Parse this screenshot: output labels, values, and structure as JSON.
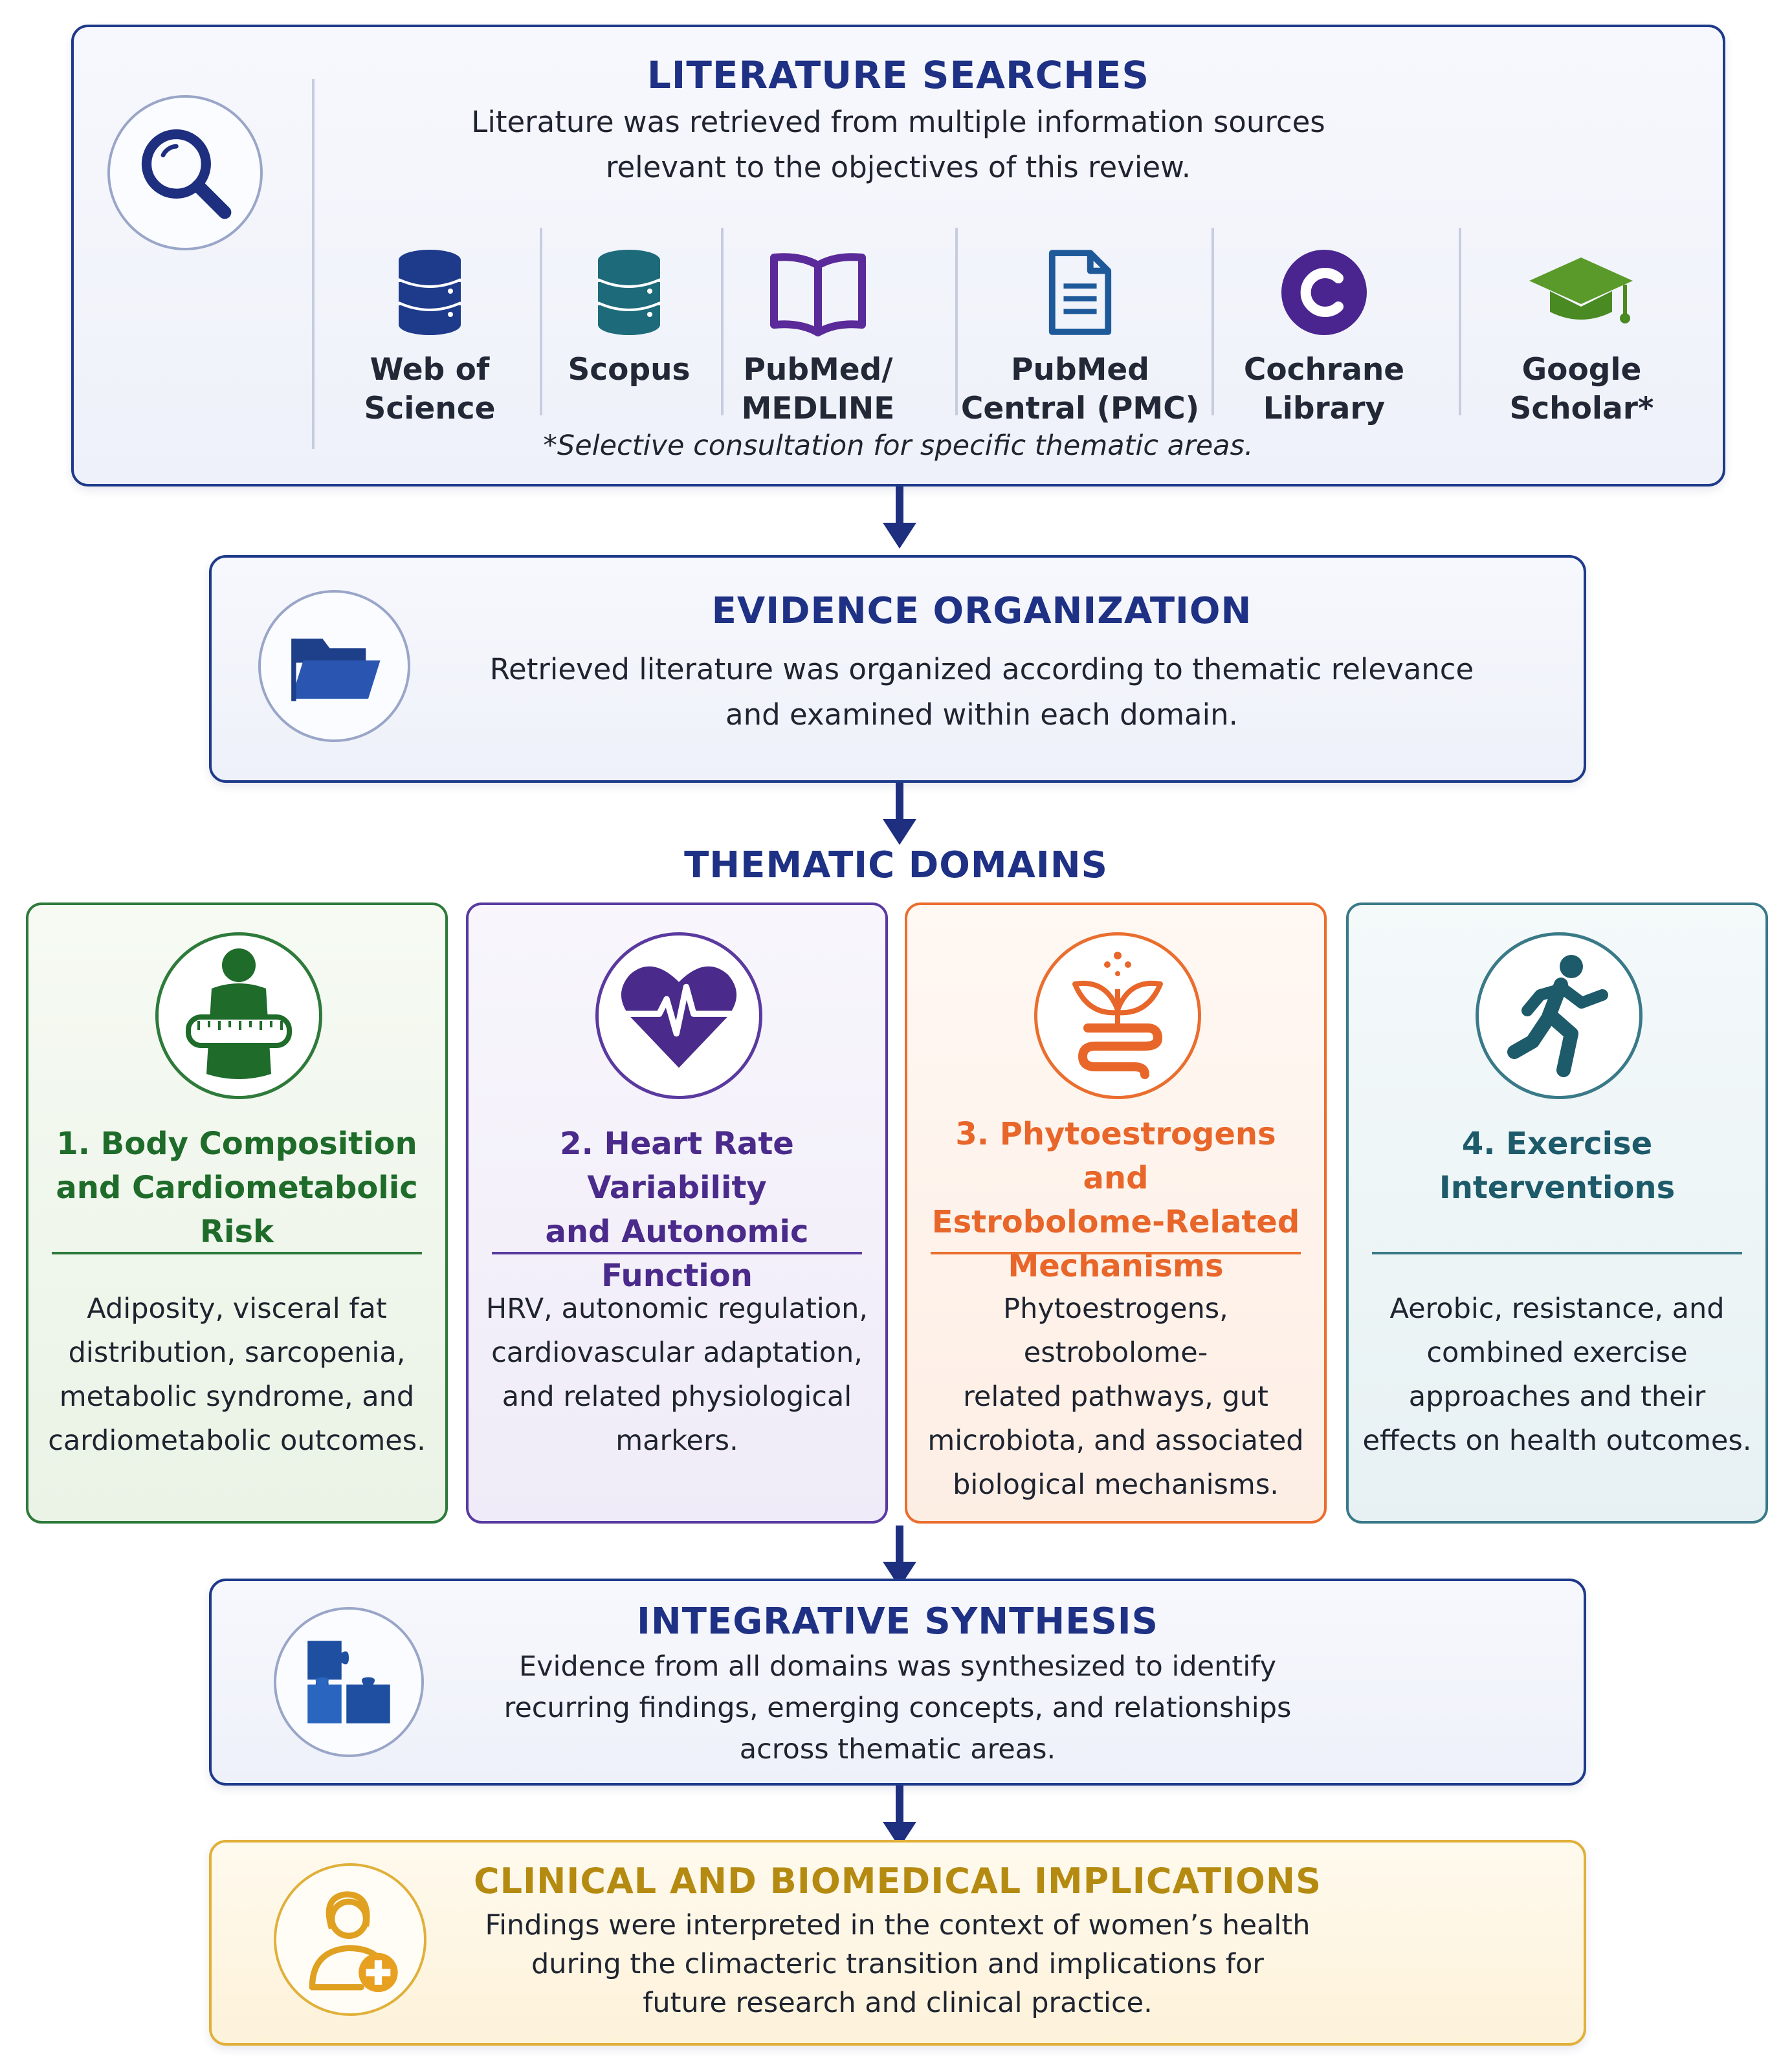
{
  "literature": {
    "title": "LITERATURE SEARCHES",
    "description_line1": "Literature was retrieved from multiple information sources",
    "description_line2": "relevant to the objectives of this review.",
    "sources": [
      {
        "label": "Web of\nScience",
        "icon": "database-icon",
        "color": "#1e3a8a"
      },
      {
        "label": "Scopus",
        "icon": "database-icon",
        "color": "#1d6b7a"
      },
      {
        "label": "PubMed/\nMEDLINE",
        "icon": "open-book-icon",
        "color": "#5b2a9a"
      },
      {
        "label": "PubMed\nCentral (PMC)",
        "icon": "document-icon",
        "color": "#1e5a9a"
      },
      {
        "label": "Cochrane\nLibrary",
        "icon": "cochrane-c-icon",
        "color": "#4a2590"
      },
      {
        "label": "Google\nScholar*",
        "icon": "graduation-cap-icon",
        "color": "#5a9a2a"
      }
    ],
    "footnote": "*Selective consultation for specific thematic areas."
  },
  "evidence": {
    "title": "EVIDENCE ORGANIZATION",
    "description_line1": "Retrieved literature was organized according to thematic relevance",
    "description_line2": "and examined within each domain."
  },
  "thematic_title": "THEMATIC DOMAINS",
  "domains": [
    {
      "title": "1. Body Composition\nand Cardiometabolic Risk",
      "description": "Adiposity, visceral fat\ndistribution, sarcopenia,\nmetabolic syndrome, and\ncardiometabolic outcomes.",
      "color": "#1e6b2a",
      "icon": "body-measurement-icon"
    },
    {
      "title": "2. Heart Rate Variability\nand Autonomic Function",
      "description": "HRV, autonomic regulation,\ncardiovascular adaptation,\nand related physiological\nmarkers.",
      "color": "#4a2a8a",
      "icon": "heart-pulse-icon"
    },
    {
      "title": "3. Phytoestrogens and\nEstrobolome-Related\nMechanisms",
      "description": "Phytoestrogens, estrobolome-\nrelated pathways, gut\nmicrobiota, and associated\nbiological mechanisms.",
      "color": "#e8662a",
      "icon": "plant-gut-icon"
    },
    {
      "title": "4. Exercise\nInterventions",
      "description": "Aerobic, resistance, and\ncombined exercise\napproaches and their\neffects on health outcomes.",
      "color": "#1d5a6a",
      "icon": "runner-icon"
    }
  ],
  "synthesis": {
    "title": "INTEGRATIVE SYNTHESIS",
    "description_line1": "Evidence from all domains was synthesized to identify",
    "description_line2": "recurring findings, emerging concepts, and relationships",
    "description_line3": "across thematic areas."
  },
  "clinical": {
    "title": "CLINICAL AND BIOMEDICAL IMPLICATIONS",
    "description_line1": "Findings were interpreted in the context of women’s health",
    "description_line2": "during the climacteric transition and implications for",
    "description_line3": "future research and clinical practice."
  }
}
